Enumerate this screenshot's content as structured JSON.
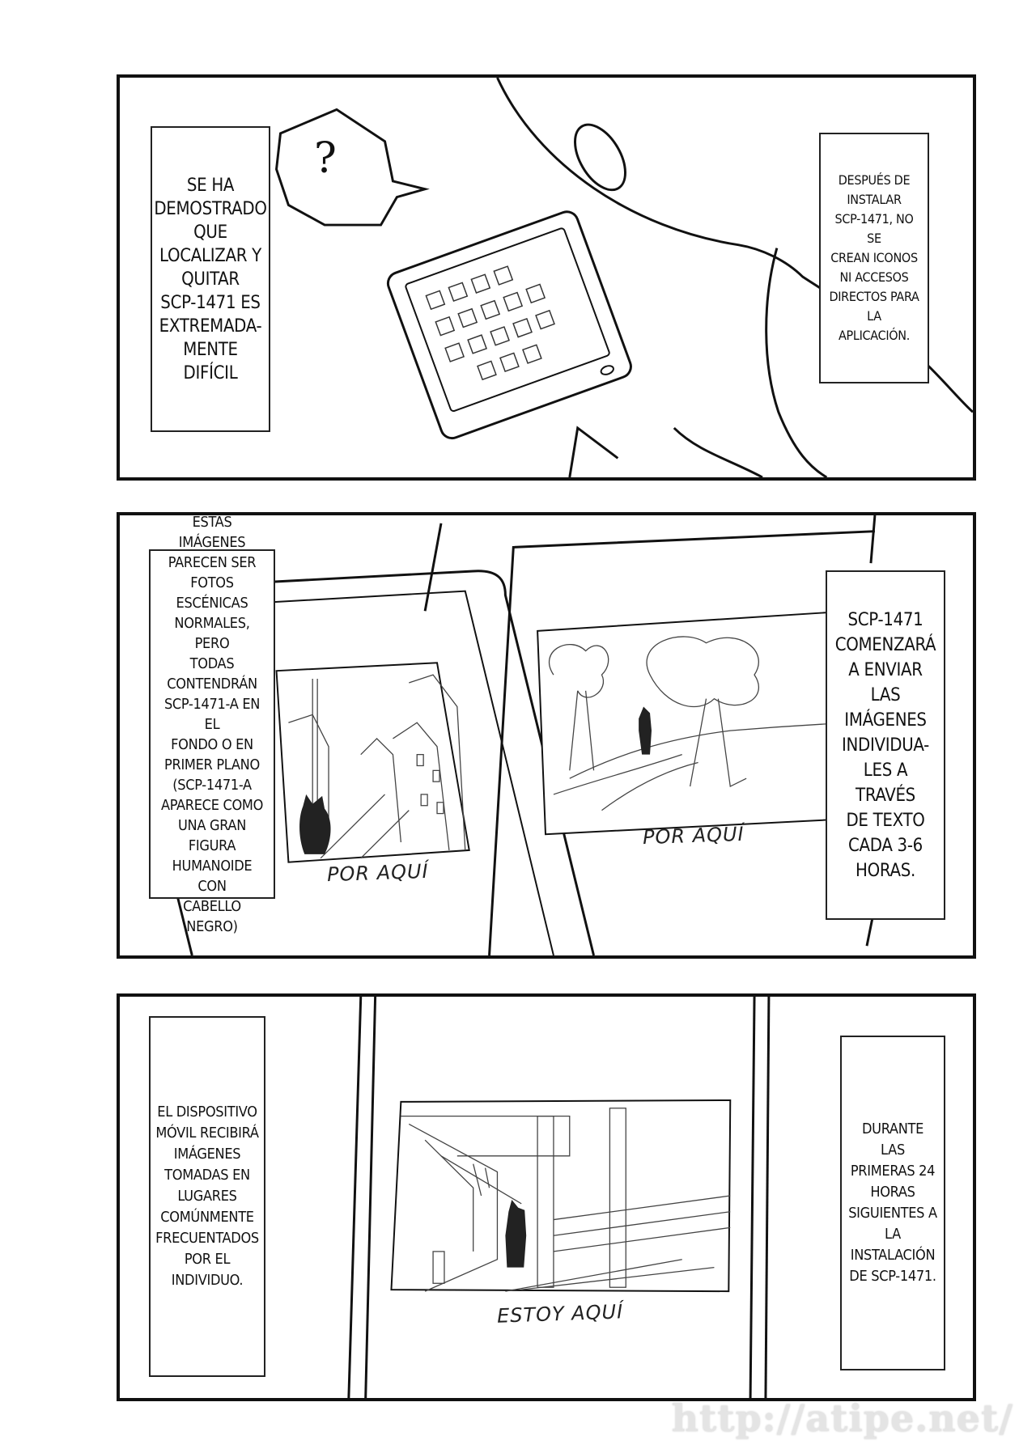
{
  "panel1": {
    "speech_bubble": "?",
    "caption_left": "SE HA\nDEMOSTRADO\nQUE\nLOCALIZAR Y\nQUITAR\nSCP-1471 ES\nEXTREMADA-\nMENTE\nDIFÍCIL",
    "caption_right": "DESPUÉS DE\nINSTALAR\nSCP-1471, NO SE\nCREAN ICONOS\nNI ACCESOS\nDIRECTOS PARA LA\nAPLICACIÓN."
  },
  "panel2": {
    "caption_left": "ESTAS IMÁGENES\nPARECEN SER\nFOTOS ESCÉNICAS\nNORMALES, PERO\nTODAS\nCONTENDRÁN\nSCP-1471-A EN EL\nFONDO O EN\nPRIMER PLANO\n(SCP-1471-A\nAPARECE COMO\nUNA GRAN FIGURA\nHUMANOIDE CON\nCABELLO NEGRO)",
    "caption_right": "SCP-1471\nCOMENZARÁ\nA ENVIAR LAS\nIMÁGENES\nINDIVIDUA-\nLES A TRAVÉS\nDE TEXTO\nCADA 3-6\nHORAS.",
    "photo_label_left": "POR AQUÍ",
    "photo_label_right": "POR AQUÍ"
  },
  "panel3": {
    "caption_left": "EL DISPOSITIVO\nMÓVIL RECIBIRÁ\nIMÁGENES\nTOMADAS EN\nLUGARES\nCOMÚNMENTE\nFRECUENTADOS\nPOR EL\nINDIVIDUO.",
    "caption_right": "DURANTE LAS\nPRIMERAS 24\nHORAS\nSIGUIENTES A\nLA\nINSTALACIÓN\nDE SCP-1471.",
    "photo_label": "ESTOY AQUÍ"
  },
  "watermark": "http://atipe.net/"
}
